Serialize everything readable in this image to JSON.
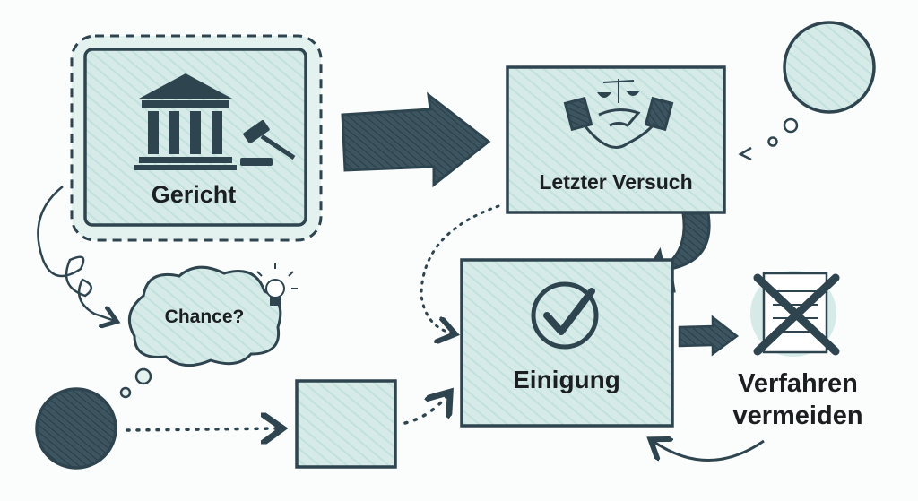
{
  "colors": {
    "fill": "#d6ebe8",
    "stroke": "#2e4550",
    "text": "#1c1f22"
  },
  "nodes": {
    "court": {
      "label": "Gericht",
      "icons": [
        "courthouse-icon",
        "gavel-icon"
      ]
    },
    "last_attempt": {
      "label": "Letzter Versuch",
      "icons": [
        "scales-icon",
        "handshake-icon"
      ]
    },
    "chance": {
      "label": "Chance?",
      "icons": [
        "lightbulb-icon"
      ]
    },
    "agreement": {
      "label": "Einigung",
      "icons": [
        "checkmark-icon"
      ]
    },
    "avoid_proceedings": {
      "line1": "Verfahren",
      "line2": "vermeiden",
      "icons": [
        "crossed-document-icon"
      ]
    }
  }
}
